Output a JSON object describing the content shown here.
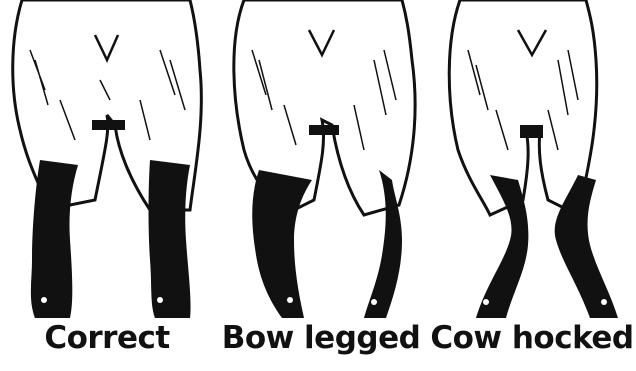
{
  "panels": [
    {
      "id": "correct",
      "caption": "Correct"
    },
    {
      "id": "bow-legged",
      "caption": "Bow legged"
    },
    {
      "id": "cow-hocked",
      "caption": "Cow hocked"
    }
  ],
  "colors": {
    "ink": "#111111",
    "background": "#ffffff"
  }
}
